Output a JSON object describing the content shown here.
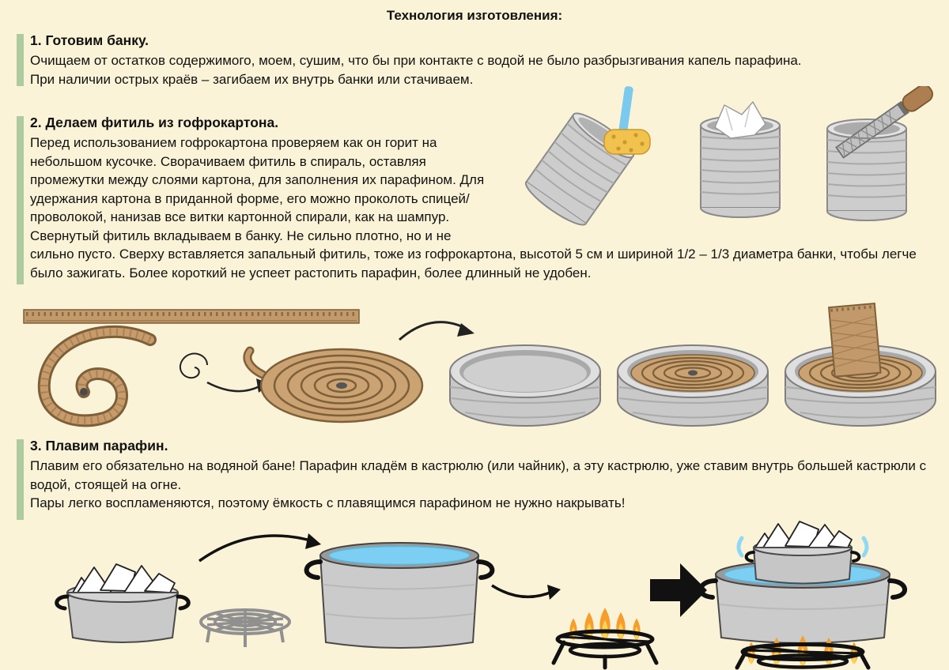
{
  "page": {
    "title": "Технология изготовления:"
  },
  "colors": {
    "background": "#FBF3D7",
    "accent_bar_green": "#AECBA0",
    "text": "#111111",
    "cardboard_brown": "#C2996B",
    "can_gray": "#CDCDCD",
    "water_blue": "#7CCFF2",
    "flame_orange": "#F59E2D",
    "flame_yellow": "#FFD34D",
    "sponge_yellow": "#F1C24D"
  },
  "sections": [
    {
      "number": "1",
      "heading": "1. Готовим банку.",
      "paragraphs": [
        "Очищаем от остатков содержимого, моем, сушим, что бы при контакте с водой не было разбрызгивания капель парафина.",
        "При наличии острых краёв – загибаем их внутрь банки или стачиваем."
      ]
    },
    {
      "number": "2",
      "heading": "2. Делаем фитиль из гофрокартона.",
      "paragraphs": [
        "Перед использованием гофрокартона проверяем как он горит на небольшом кусочке. Сворачиваем фитиль в спираль, оставляя промежутки между слоями картона, для заполнения их парафином. Для удержания картона в приданной форме, его можно проколоть спицей/проволокой, нанизав все витки картонной спирали, как на шампур. Свернутый фитиль вкладываем в банку. Не сильно плотно, но и не сильно пусто. Сверху вставляется запальный фитиль, тоже из гофрокартона, высотой 5 см и шириной 1/2 – 1/3 диаметра банки, чтобы легче было зажигать. Более короткий не успеет растопить парафин, более длинный не удобен."
      ]
    },
    {
      "number": "3",
      "heading": "3. Плавим парафин.",
      "paragraphs": [
        "Плавим его обязательно на водяной бане! Парафин кладём в кастрюлю (или чайник), а эту кастрюлю, уже ставим внутрь большей кастрюли с водой, стоящей на огне.",
        "Пары легко воспламеняются, поэтому ёмкость с плавящимся парафином не нужно накрывать!"
      ]
    }
  ],
  "illustrations": {
    "can_preparation": [
      "tilted-can-with-water-and-sponge",
      "can-with-napkin",
      "can-with-file"
    ],
    "wick_making": [
      "cardboard-strip",
      "loose-cardboard-spiral",
      "coiling-doodle-arrow",
      "rolled-cardboard-coil",
      "empty-can-top-view",
      "coil-inside-can",
      "coil-in-can-with-ignition-wick"
    ],
    "paraffin_melting": [
      "pot-with-paraffin-chunks",
      "wire-trivet",
      "pot-with-water",
      "gas-burner-with-flame",
      "big-black-arrow",
      "water-bath-on-burner"
    ]
  }
}
